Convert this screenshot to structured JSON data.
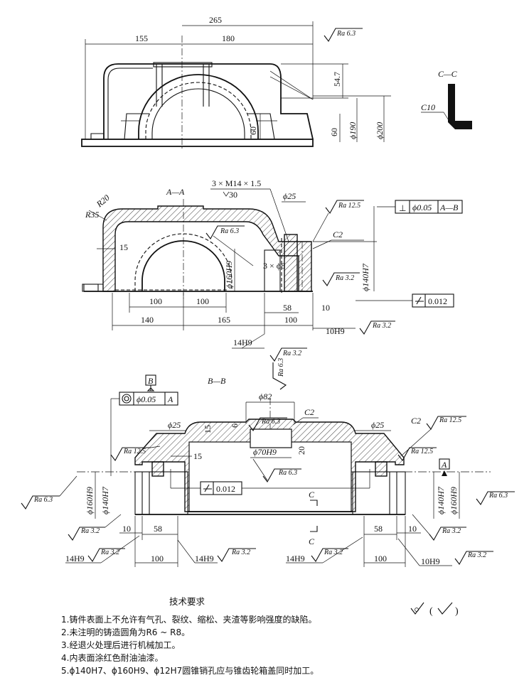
{
  "top_view": {
    "dims": {
      "overall": "265",
      "left": "155",
      "mid": "180",
      "height_547": "54.7",
      "h60_left": "60",
      "h60_right": "60",
      "d190": "ϕ190",
      "d200": "ϕ200"
    },
    "ra_top": "Ra 6.3"
  },
  "section_cc": {
    "label": "C—C",
    "chamfer": "C10"
  },
  "section_aa": {
    "label": "A—A",
    "thread": "3 × M14 × 1.5",
    "thread_depth": "30",
    "r20": "R20",
    "r35": "R35",
    "phi25": "ϕ25",
    "ra_125": "Ra 12.5",
    "ra_63": "Ra 6.3",
    "ra_32": "Ra 3.2",
    "c2": "C2",
    "holes": "3 × ϕ8",
    "d160": "ϕ160H9",
    "d140": "ϕ140H7",
    "wall": "15",
    "dims_bottom": {
      "a": "100",
      "b": "100",
      "c": "140",
      "d": "165",
      "e": "58",
      "f": "10",
      "g": "100"
    },
    "perp_tol": {
      "symbol": "⊥",
      "value": "ϕ0.05",
      "datum": "A—B"
    },
    "cyl_tol": {
      "value": "0.012"
    },
    "hole_10": "10H9",
    "hole_14": "14H9",
    "ra_10": "Ra 3.2",
    "ra_14": "Ra 3.2",
    "ra_side": "Ra 6.3"
  },
  "section_bb": {
    "label": "B—B",
    "datum_b": "B",
    "datum_a": "A",
    "coax_tol": {
      "value": "ϕ0.05",
      "datum": "A"
    },
    "phi82": "ϕ82",
    "ra_top": "Ra 6.3",
    "c2_top": "C2",
    "c2_right": "C2",
    "ra_125_right": "Ra 12.5",
    "ra_125_left": "Ra 12.5",
    "ra_125_r2": "Ra 12.5",
    "phi25_l": "ϕ25",
    "phi25_r": "ϕ25",
    "d15a": "15",
    "d6": "6",
    "d15b": "15",
    "d20": "20",
    "phi70": "ϕ70H9",
    "ra_63_mid": "Ra 6.3",
    "cyl_tol": "0.012",
    "c_mark": "C",
    "c_mark2": "C",
    "d160_l": "ϕ160H9",
    "d140_l": "ϕ140H7",
    "d140_r": "ϕ140H7",
    "d160_r": "ϕ160H9",
    "ra_63_l": "Ra 6.3",
    "ra_63_r": "Ra 6.3",
    "ra_32_l": "Ra 3.2",
    "ra_32_r": "Ra 3.2",
    "dims": {
      "l10": "10",
      "l58": "58",
      "l100": "100",
      "r58": "58",
      "r10": "10",
      "r100": "100"
    },
    "h14_l1": "14H9",
    "h14_l2": "14H9",
    "h14_r": "14H9",
    "h10_r": "10H9",
    "ra_h14_l1": "Ra 3.2",
    "ra_h14_l2": "Ra 3.2",
    "ra_h14_r": "Ra 3.2",
    "ra_h10_r": "Ra 3.2"
  },
  "notes": {
    "title": "技术要求",
    "items": [
      "1.铸件表面上不允许有气孔、裂纹、缩松、夹渣等影响强度的缺陷。",
      "2.未注明的铸造圆角为R6 ~ R8。",
      "3.经退火处理后进行机械加工。",
      "4.内表面涂红色耐油油漆。",
      "5.ϕ140H7、ϕ160H9、ϕ12H7圆锥销孔应与锥齿轮箱盖同时加工。"
    ]
  }
}
